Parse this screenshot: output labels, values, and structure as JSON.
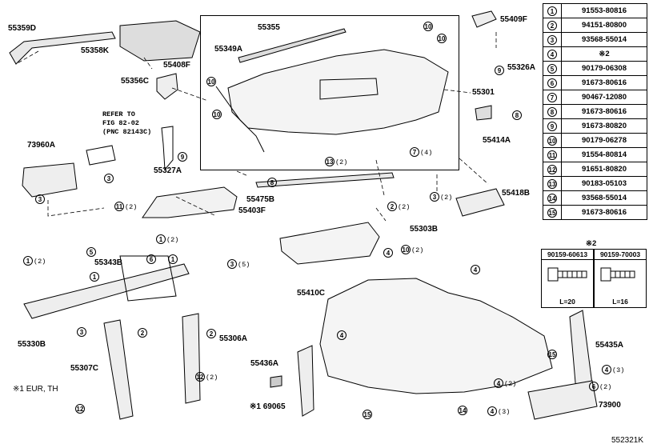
{
  "parts": {
    "p55359D": "55359D",
    "p55358K": "55358K",
    "p55356C": "55356C",
    "p55408F": "55408F",
    "p55355": "55355",
    "p55349A": "55349A",
    "p55409F": "55409F",
    "p55326A": "55326A",
    "p55301": "55301",
    "p55414A": "55414A",
    "p73960A": "73960A",
    "p55327A": "55327A",
    "p55475B": "55475B",
    "p55403F": "55403F",
    "p55418B": "55418B",
    "p55303B": "55303B",
    "p55343B": "55343B",
    "p55410C": "55410C",
    "p55330B": "55330B",
    "p55306A": "55306A",
    "p55307C": "55307C",
    "p55436A": "55436A",
    "p55435A": "55435A",
    "p73900": "73900",
    "p69065": "※1 69065"
  },
  "reference": {
    "line1": "REFER TO",
    "line2": "FIG 82-02",
    "line3": "(PNC 82143C)"
  },
  "legend": [
    {
      "n": "1",
      "p": "91553-80816"
    },
    {
      "n": "2",
      "p": "94151-80800"
    },
    {
      "n": "3",
      "p": "93568-55014"
    },
    {
      "n": "4",
      "p": "※2"
    },
    {
      "n": "5",
      "p": "90179-06308"
    },
    {
      "n": "6",
      "p": "91673-80616"
    },
    {
      "n": "7",
      "p": "90467-12080"
    },
    {
      "n": "8",
      "p": "91673-80616"
    },
    {
      "n": "9",
      "p": "91673-80820"
    },
    {
      "n": "10",
      "p": "90179-06278"
    },
    {
      "n": "11",
      "p": "91554-80814"
    },
    {
      "n": "12",
      "p": "91651-80820"
    },
    {
      "n": "13",
      "p": "90183-05103"
    },
    {
      "n": "14",
      "p": "93568-55014"
    },
    {
      "n": "15",
      "p": "91673-80616"
    }
  ],
  "note2": {
    "title": "※2",
    "a_part": "90159-60613",
    "b_part": "90159-70003",
    "a_len": "L=20",
    "b_len": "L=16"
  },
  "footnote": "※1 EUR, TH",
  "diagram_id": "552321K",
  "callouts": [
    {
      "n": "10",
      "q": ""
    },
    {
      "n": "10",
      "q": ""
    },
    {
      "n": "10",
      "q": ""
    },
    {
      "n": "10",
      "q": ""
    },
    {
      "n": "9",
      "q": ""
    },
    {
      "n": "8",
      "q": ""
    },
    {
      "n": "7",
      "q": "(4)"
    },
    {
      "n": "13",
      "q": "(2)"
    },
    {
      "n": "9",
      "q": ""
    },
    {
      "n": "8",
      "q": ""
    },
    {
      "n": "3",
      "q": ""
    },
    {
      "n": "3",
      "q": ""
    },
    {
      "n": "11",
      "q": "(2)"
    },
    {
      "n": "3",
      "q": "(2)"
    },
    {
      "n": "2",
      "q": "(2)"
    },
    {
      "n": "1",
      "q": "(2)"
    },
    {
      "n": "3",
      "q": "(5)"
    },
    {
      "n": "10",
      "q": "(2)"
    },
    {
      "n": "4",
      "q": ""
    },
    {
      "n": "4",
      "q": ""
    },
    {
      "n": "1",
      "q": "(2)"
    },
    {
      "n": "5",
      "q": ""
    },
    {
      "n": "1",
      "q": ""
    },
    {
      "n": "1",
      "q": ""
    },
    {
      "n": "6",
      "q": ""
    },
    {
      "n": "2",
      "q": ""
    },
    {
      "n": "2",
      "q": ""
    },
    {
      "n": "12",
      "q": "(2)"
    },
    {
      "n": "12",
      "q": ""
    },
    {
      "n": "3",
      "q": ""
    },
    {
      "n": "4",
      "q": ""
    },
    {
      "n": "4",
      "q": "(2)"
    },
    {
      "n": "4",
      "q": "(3)"
    },
    {
      "n": "15",
      "q": ""
    },
    {
      "n": "15",
      "q": ""
    },
    {
      "n": "4",
      "q": "(3)"
    },
    {
      "n": "6",
      "q": "(2)"
    },
    {
      "n": "14",
      "q": ""
    }
  ]
}
